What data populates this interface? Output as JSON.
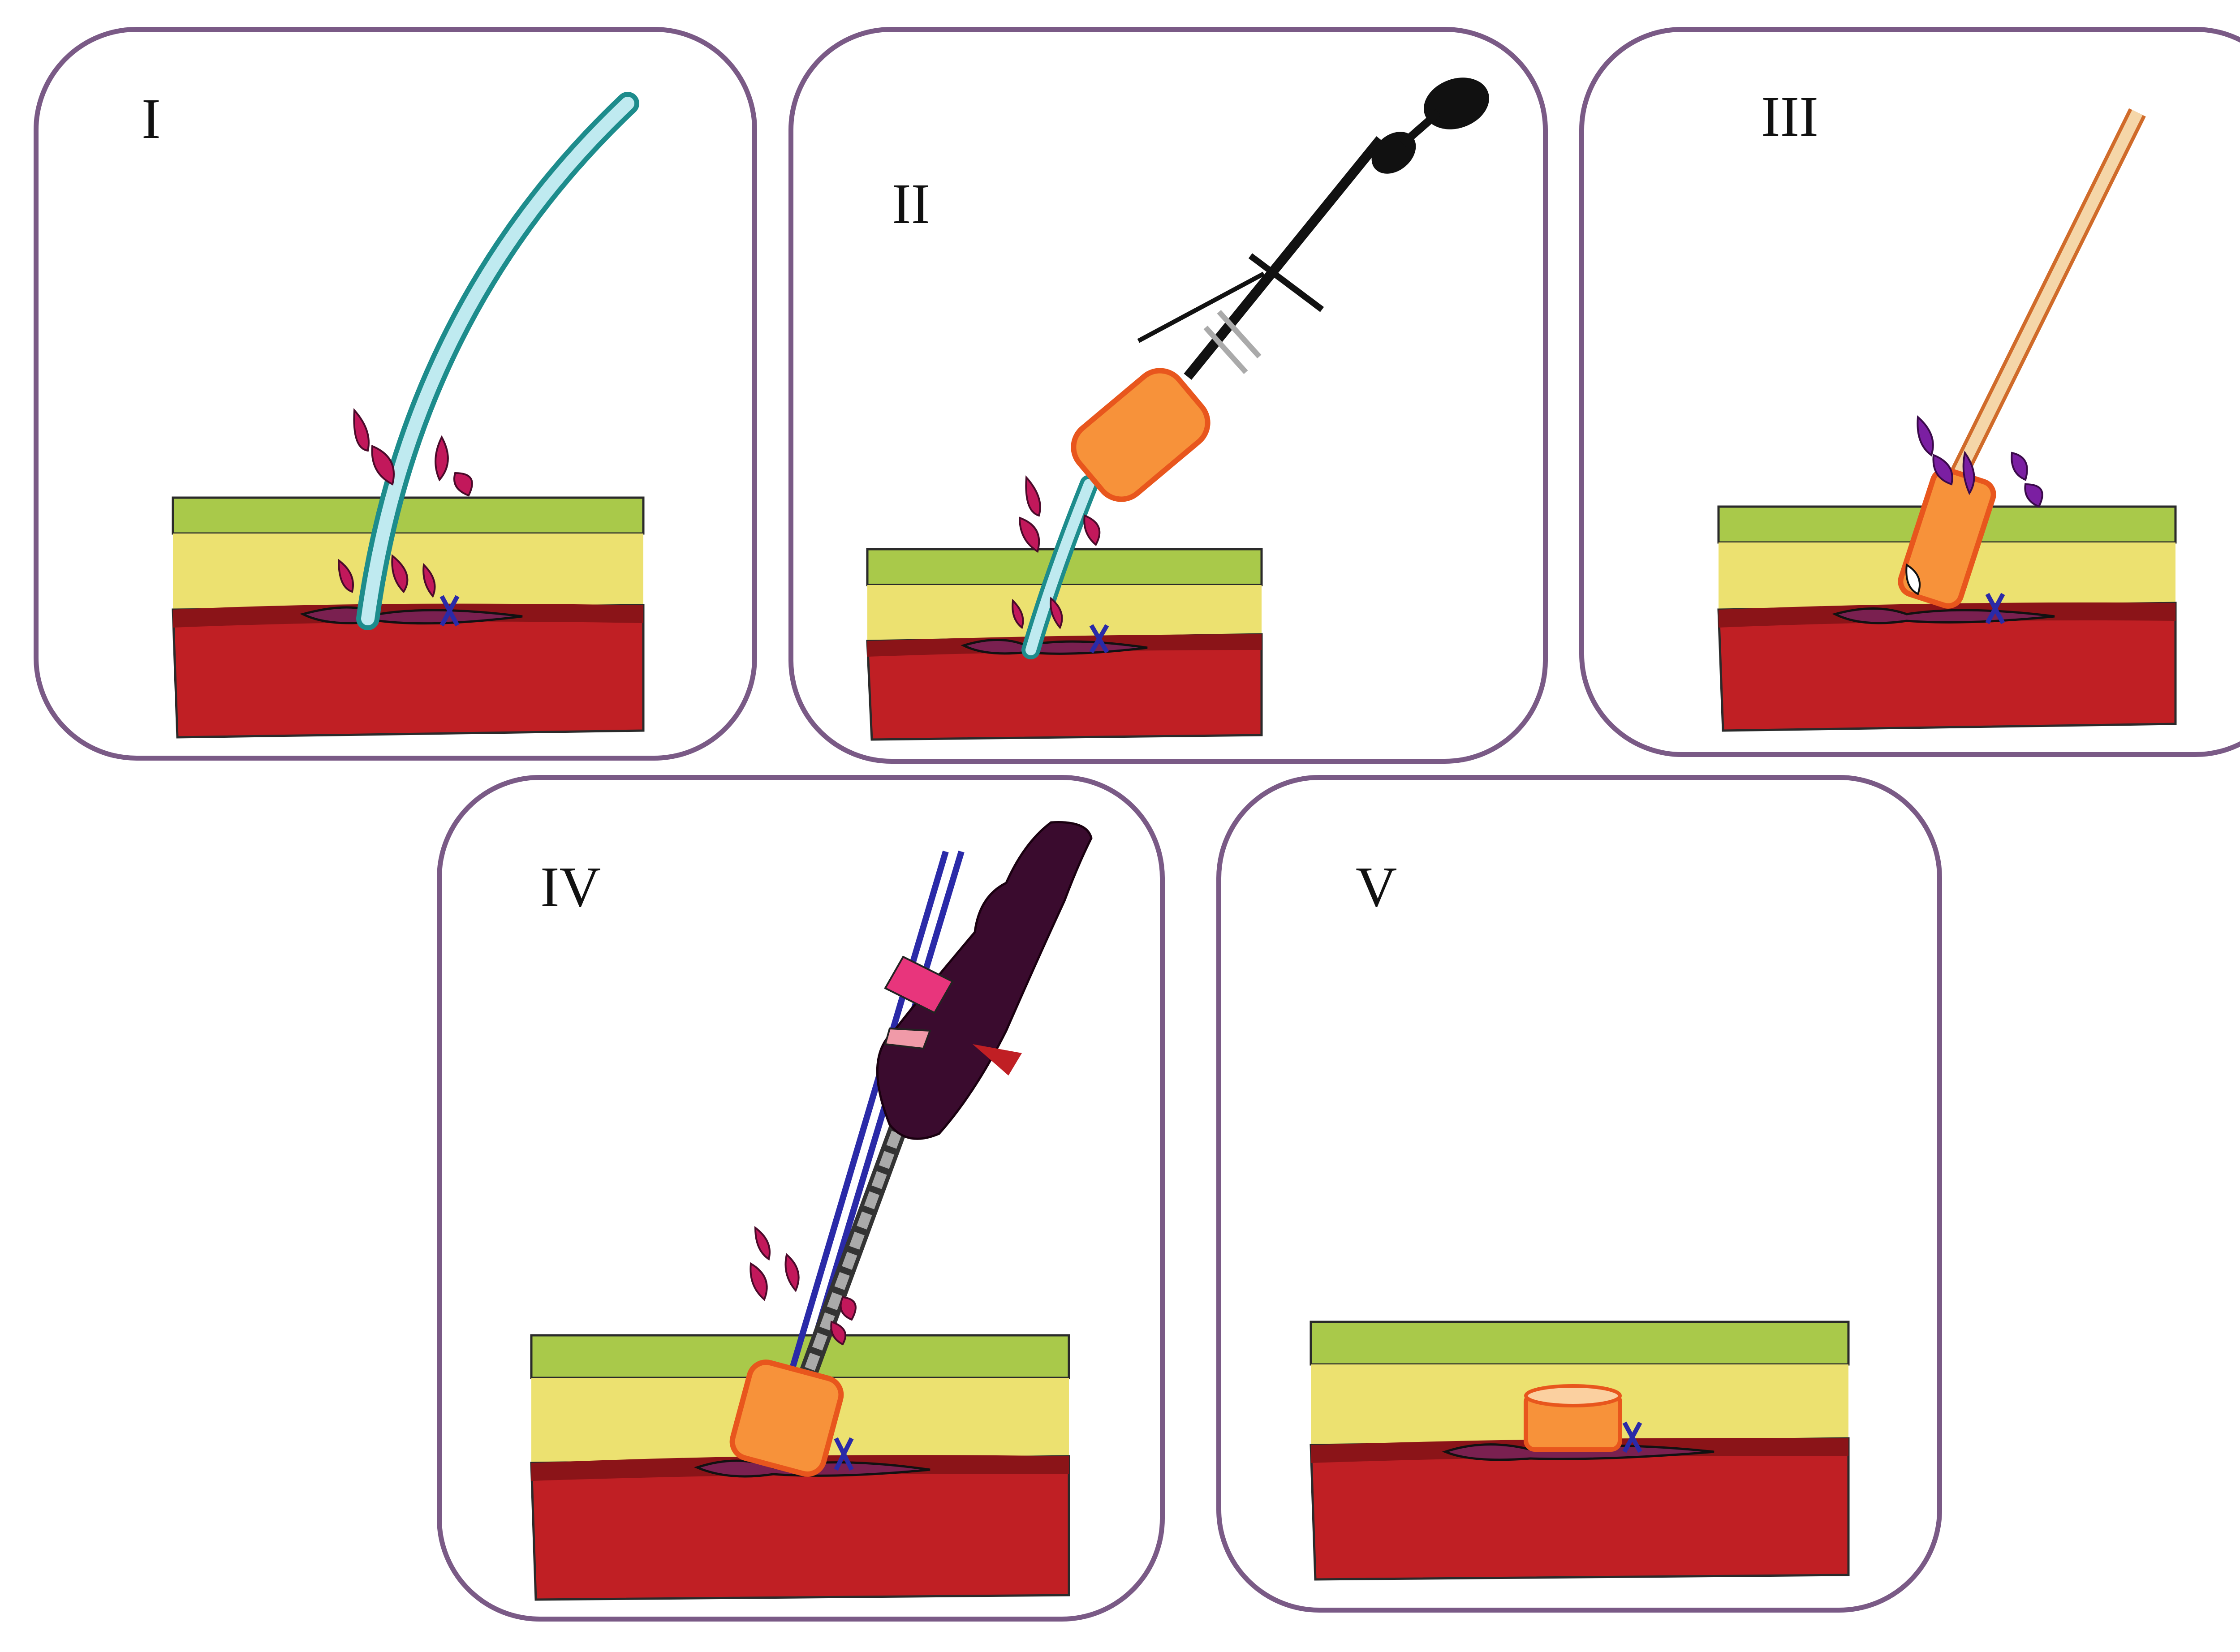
{
  "figure": {
    "panels": [
      {
        "id": "I",
        "label": "I"
      },
      {
        "id": "II",
        "label": "II"
      },
      {
        "id": "III",
        "label": "III"
      },
      {
        "id": "IV",
        "label": "IV"
      },
      {
        "id": "V",
        "label": "V"
      }
    ]
  },
  "colors": {
    "panel_border": "#7a5a86",
    "layer_green": "#a9c94a",
    "layer_yellow": "#ece170",
    "layer_red": "#c01f24",
    "dark_red": "#8b1418",
    "vessel_purple": "#7a2050",
    "blood_drop": "#c2185b",
    "blood_drop_purple": "#7b1fa2",
    "suture_blue": "#2a2aa8",
    "tube_cyan": "#7fd0d8",
    "tube_teal": "#1d8c8c",
    "plug_orange": "#f7923a",
    "plug_orange_edge": "#e8561d",
    "catheter_beige": "#f5d6a8",
    "catheter_edge": "#d06b2a",
    "instrument_black": "#111111",
    "instrument_purple": "#3a0b2e",
    "instrument_shaft": "#555555",
    "accent_pink": "#e8357c"
  },
  "icons": {
    "tissue": "tissue-layers-icon",
    "tube": "drain-tube-icon",
    "syringe": "syringe-icon",
    "plug": "hemostatic-plug-icon",
    "catheter": "catheter-icon",
    "applicator": "applicator-icon",
    "blood": "blood-drop-icon",
    "suture": "suture-icon"
  }
}
